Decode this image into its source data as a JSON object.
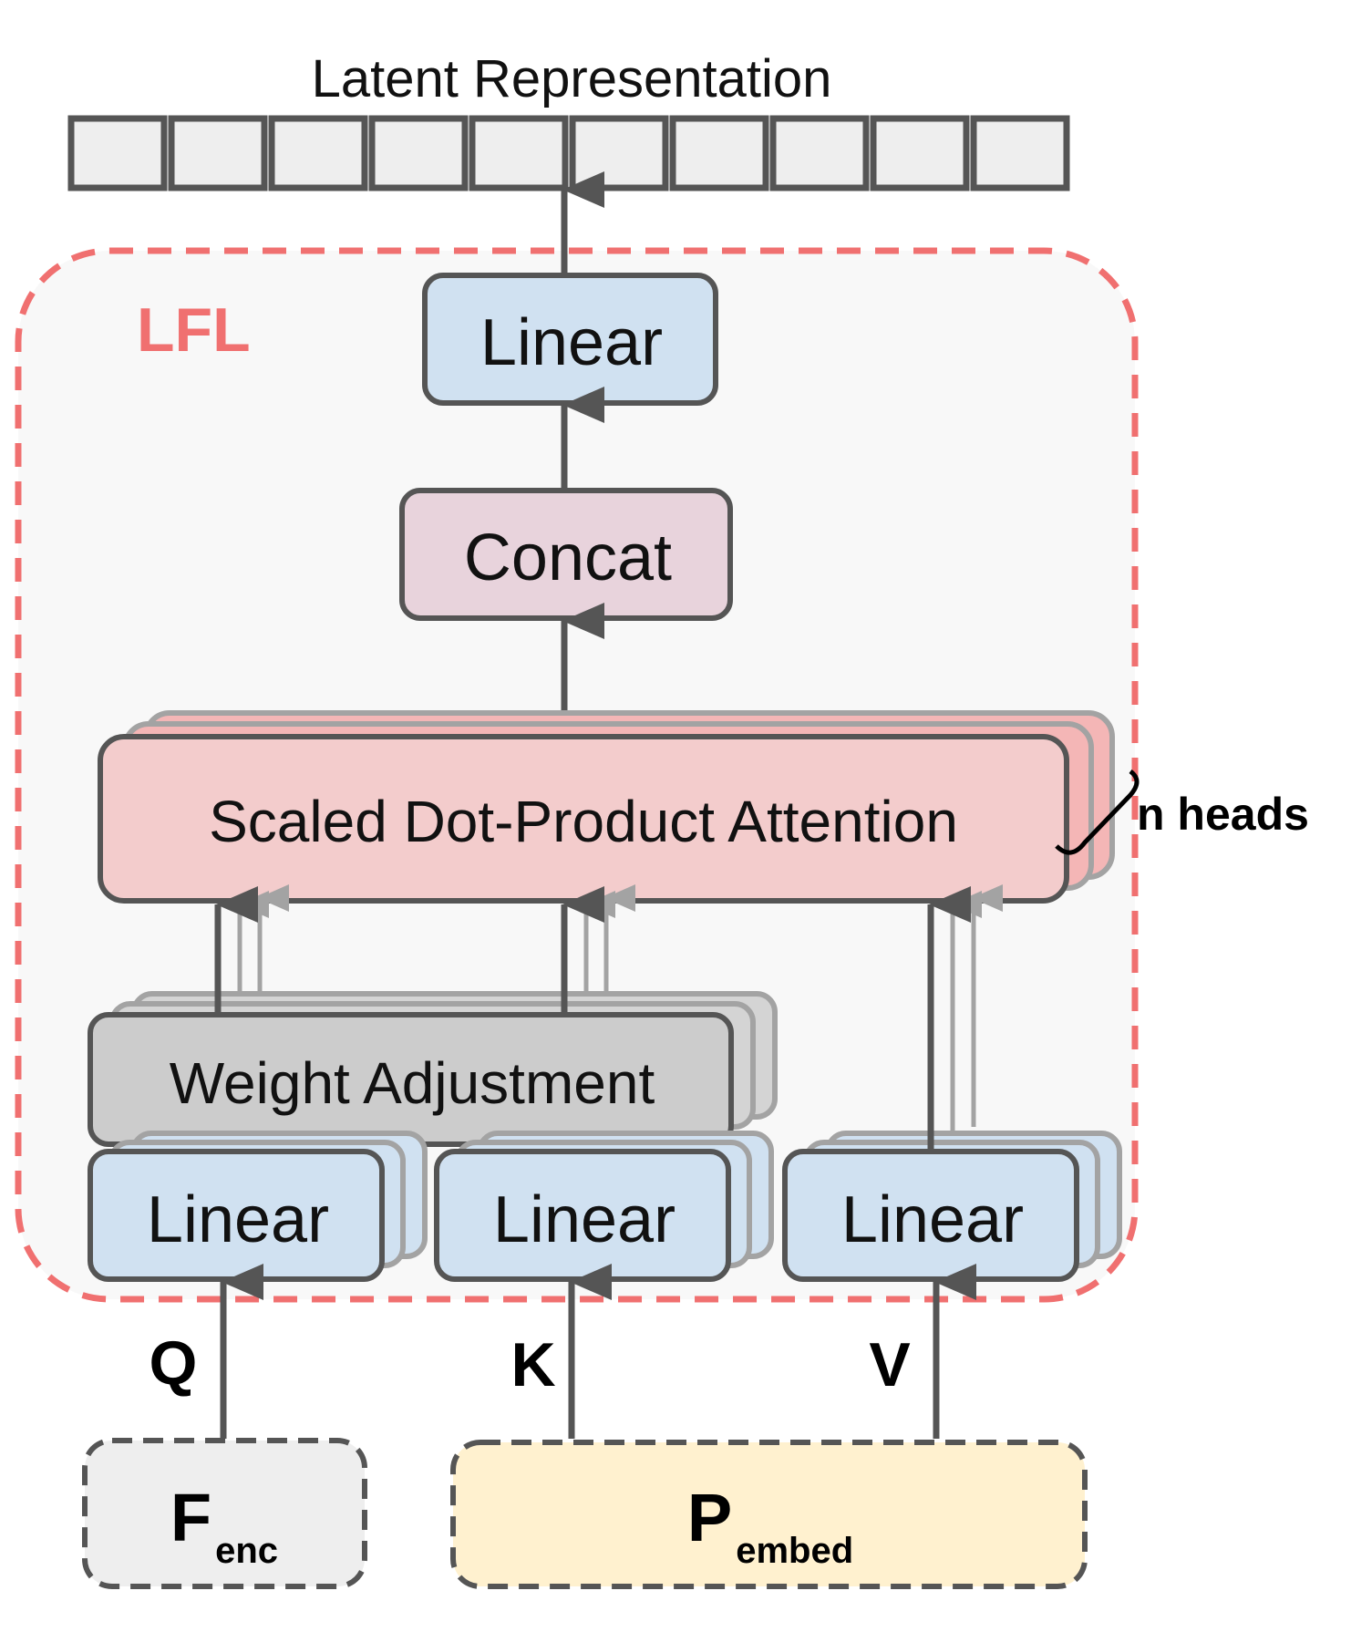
{
  "title": "Latent Representation",
  "latent_cells": 10,
  "module_label": "LFL",
  "blocks": {
    "top_linear": "Linear",
    "concat": "Concat",
    "attention": "Scaled Dot-Product Attention",
    "weight_adjustment": "Weight Adjustment",
    "linear_q": "Linear",
    "linear_k": "Linear",
    "linear_v": "Linear"
  },
  "heads_label": "n heads",
  "inputs": {
    "q": "Q",
    "k": "K",
    "v": "V",
    "f_main": "F",
    "f_sub": "enc",
    "p_main": "P",
    "p_sub": "embed"
  },
  "colors": {
    "lfl_border": "#f07070",
    "lfl_fill": "#f8f8f8",
    "linear": "#d0e1f1",
    "concat": "#e8d3dc",
    "attention": "#f3cccc",
    "attention_back": "#f4b6b6",
    "weight": "#cccccc",
    "cell": "#eeeeee",
    "f_input": "#eeeeee",
    "p_input": "#fff1cf",
    "stroke": "#555555",
    "arrow_dark": "#555555",
    "arrow_light": "#a3a3a3"
  }
}
